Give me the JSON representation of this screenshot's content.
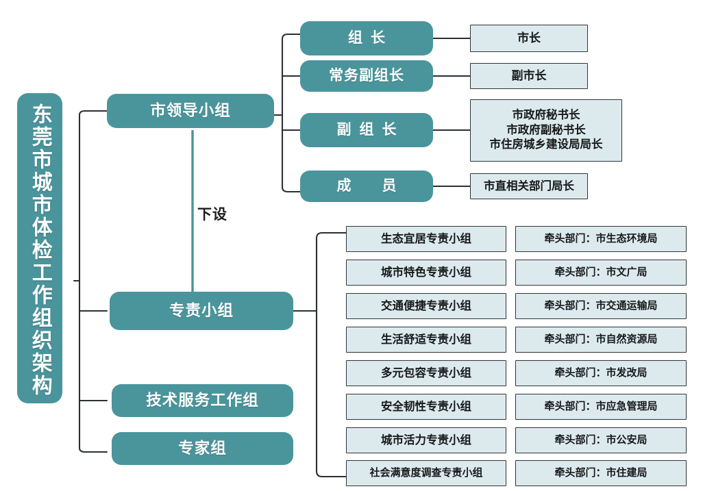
{
  "title": "东莞市城市体检工作组织架构",
  "colors": {
    "teal": "#4a959c",
    "light_blue": "#dceaee",
    "line": "#2b2f31",
    "text_on_teal": "#ffffff",
    "text_dark": "#17191a"
  },
  "root": {
    "label": "东莞市城市体检工作组织架构"
  },
  "branches": [
    {
      "label": "市领导小组"
    },
    {
      "label": "专责小组"
    },
    {
      "label": "技术服务工作组"
    },
    {
      "label": "专家组"
    }
  ],
  "arrow": {
    "label": "下设"
  },
  "leadership": {
    "roles": [
      {
        "role": "组长",
        "detail_lines": [
          "市长"
        ]
      },
      {
        "role": "常务副组长",
        "detail_lines": [
          "副市长"
        ]
      },
      {
        "role": "副组长",
        "detail_lines": [
          "市政府秘书长",
          "市政府副秘书长",
          "市住房城乡建设局局长"
        ]
      },
      {
        "role": "成　员",
        "detail_lines": [
          "市直相关部门局长"
        ]
      }
    ]
  },
  "task_groups": [
    {
      "name": "生态宜居专责小组",
      "lead": "牵头部门：市生态环境局"
    },
    {
      "name": "城市特色专责小组",
      "lead": "牵头部门：市文广局"
    },
    {
      "name": "交通便捷专责小组",
      "lead": "牵头部门：市交通运输局"
    },
    {
      "name": "生活舒适专责小组",
      "lead": "牵头部门：市自然资源局"
    },
    {
      "name": "多元包容专责小组",
      "lead": "牵头部门：市发改局"
    },
    {
      "name": "安全韧性专责小组",
      "lead": "牵头部门：市应急管理局"
    },
    {
      "name": "城市活力专责小组",
      "lead": "牵头部门：市公安局"
    },
    {
      "name": "社会满意度调查专责小组",
      "lead": "牵头部门：市住建局"
    }
  ]
}
